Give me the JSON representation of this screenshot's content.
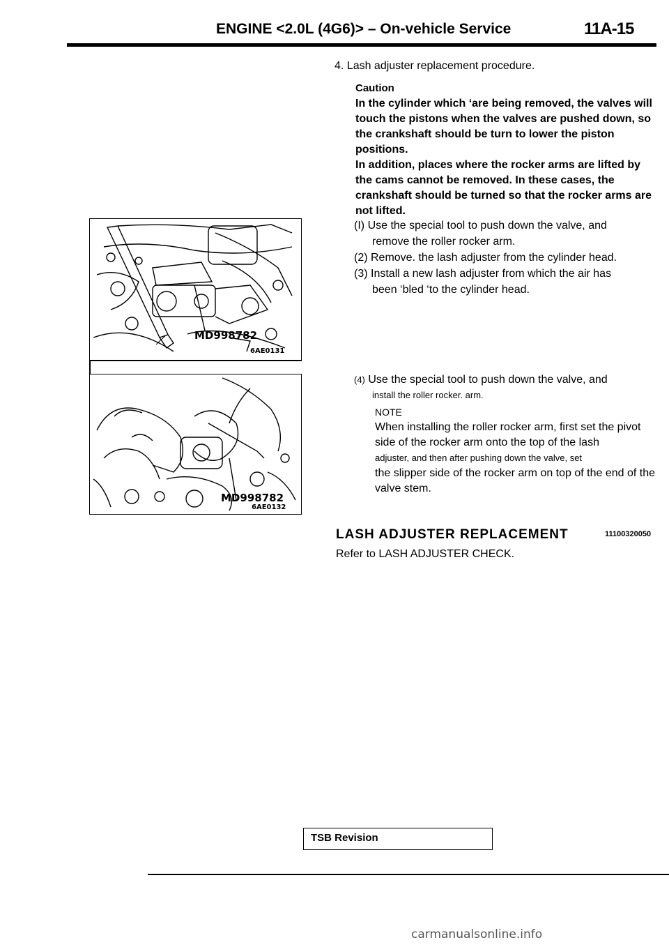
{
  "header": {
    "title": "ENGINE <2.0L (4G6)> – On-vehicle Service",
    "code": "11A-15"
  },
  "procedure": {
    "step4_heading": "4. Lash adjuster replacement procedure.",
    "caution_label": "Caution",
    "caution_text_1": "In the cylinder which ‘are being removed, the valves will touch the pistons when the valves are pushed down, so the crankshaft should be turn to lower the piston positions.",
    "caution_text_2": "In addition, places where the rocker arms are lifted by the cams cannot be removed. In these cases, the crankshaft should be turned so that the rocker arms are not lifted.",
    "step1_num": "(I)",
    "step1_text_a": "Use the special tool to push down the valve, and",
    "step1_text_b": "remove the roller rocker arm.",
    "step2_text": "(2) Remove. the lash adjuster from the cylinder head.",
    "step3_num": "(3)",
    "step3_text_a": "Install a new lash adjuster from which the air has",
    "step3_text_b": "been ‘bled ‘to the cylinder head.",
    "step4b_num": "(4)",
    "step4b_text_a": "Use the special tool to push down the valve, and",
    "step4b_text_b": "install the roller rocker. arm.",
    "note_label": "NOTE",
    "note_text_1": "When installing the roller rocker arm, first set the pivot side of the rocker arm onto the top of the lash",
    "note_text_2": "adjuster, and then after pushing down the valve, set",
    "note_text_3": "the slipper side of the rocker arm on top of the end of the valve stem."
  },
  "section": {
    "title": "LASH ADJUSTER REPLACEMENT",
    "code": "11100320050",
    "reference": "Refer to LASH ADJUSTER CHECK."
  },
  "figures": [
    {
      "tool": "MD998782",
      "code": "6AE0131"
    },
    {
      "tool": "MD998782",
      "code": "6AE0132"
    }
  ],
  "footer": {
    "tsb_label": "TSB Revision",
    "watermark": "carmanualsonline.info"
  }
}
